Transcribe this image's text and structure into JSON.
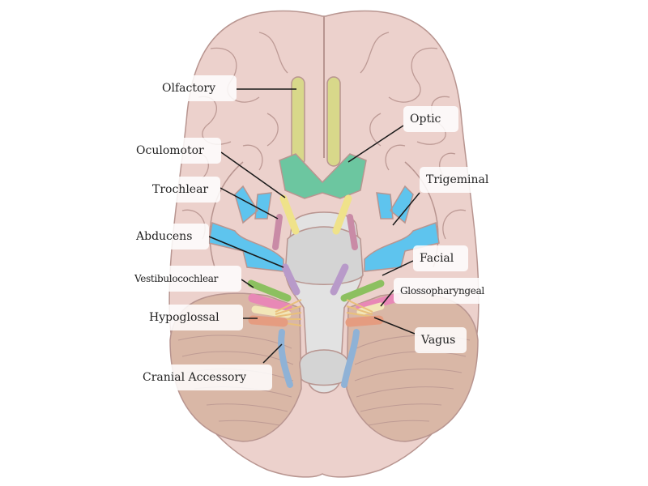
{
  "labels": {
    "olfactory": "Olfactory",
    "optic": "Optic",
    "oculomotor": "Oculomotor",
    "trigeminal": "Trigeminal",
    "trochlear": "Trochlear",
    "abducens": "Abducens",
    "facial": "Facial",
    "vestibulocochlear": "Vestibulocochlear",
    "glossopharyngeal": "Glossopharyngeal",
    "hypoglossal": "Hypoglossal",
    "vagus": "Vagus",
    "cranial_accessory": "Cranial Accessory"
  },
  "colors": {
    "cerebrum": "#ecd1cc",
    "cerebrum_outline": "#b89590",
    "cerebellum": "#d9b7a6",
    "brainstem": "#e2e2e2",
    "olfactory": "#d8d88a",
    "optic": "#6cc6a0",
    "oculomotor": "#efe28a",
    "trochlear": "#c98ba6",
    "trigeminal": "#5ec4ee",
    "abducens": "#b89ac9",
    "facial": "#8cc060",
    "vestibulocochlear": "#e888b6",
    "glossopharyngeal": "#f2e6b8",
    "vagus": "#e59c80",
    "hypoglossal": "#e9c07c",
    "accessory": "#8fb2d6"
  }
}
